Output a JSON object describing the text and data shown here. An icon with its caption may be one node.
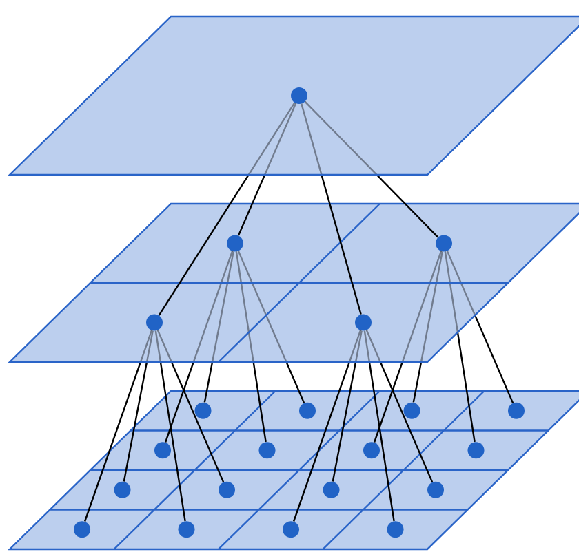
{
  "diagram": {
    "nodes": [
      {
        "text": [],
        "shape": "circle"
      },
      {
        "text": [],
        "shape": "circle"
      },
      {
        "text": [],
        "shape": "circle"
      },
      {
        "text": [],
        "shape": "circle"
      },
      {
        "text": [],
        "shape": "circle"
      },
      {
        "text": [],
        "shape": "circle"
      },
      {
        "text": [],
        "shape": "circle"
      },
      {
        "text": [],
        "shape": "circle"
      },
      {
        "text": [],
        "shape": "circle"
      },
      {
        "text": [],
        "shape": "circle"
      },
      {
        "text": [],
        "shape": "circle"
      },
      {
        "text": [],
        "shape": "circle"
      },
      {
        "text": [],
        "shape": "circle"
      },
      {
        "text": [],
        "shape": "circle"
      },
      {
        "text": [],
        "shape": "circle"
      },
      {
        "text": [],
        "shape": "circle"
      },
      {
        "text": [],
        "shape": "circle"
      },
      {
        "text": [],
        "shape": "circle"
      },
      {
        "text": [],
        "shape": "circle"
      },
      {
        "text": [],
        "shape": "circle"
      },
      {
        "text": [],
        "shape": "circle"
      }
    ],
    "edges": [
      {
        "from": 0,
        "to": 1,
        "arrow": "none"
      },
      {
        "from": 0,
        "to": 2,
        "arrow": "none"
      },
      {
        "from": 0,
        "to": 3,
        "arrow": "none"
      },
      {
        "from": 0,
        "to": 4,
        "arrow": "none"
      },
      {
        "from": 1,
        "to": 5,
        "arrow": "none"
      },
      {
        "from": 1,
        "to": 6,
        "arrow": "none"
      },
      {
        "from": 1,
        "to": 9,
        "arrow": "none"
      },
      {
        "from": 1,
        "to": 10,
        "arrow": "none"
      },
      {
        "from": 2,
        "to": 7,
        "arrow": "none"
      },
      {
        "from": 2,
        "to": 8,
        "arrow": "none"
      },
      {
        "from": 2,
        "to": 11,
        "arrow": "none"
      },
      {
        "from": 2,
        "to": 12,
        "arrow": "none"
      },
      {
        "from": 3,
        "to": 13,
        "arrow": "none"
      },
      {
        "from": 3,
        "to": 14,
        "arrow": "none"
      },
      {
        "from": 3,
        "to": 17,
        "arrow": "none"
      },
      {
        "from": 3,
        "to": 18,
        "arrow": "none"
      },
      {
        "from": 4,
        "to": 15,
        "arrow": "none"
      },
      {
        "from": 4,
        "to": 16,
        "arrow": "none"
      },
      {
        "from": 4,
        "to": 19,
        "arrow": "none"
      },
      {
        "from": 4,
        "to": 20,
        "arrow": "none"
      }
    ]
  }
}
